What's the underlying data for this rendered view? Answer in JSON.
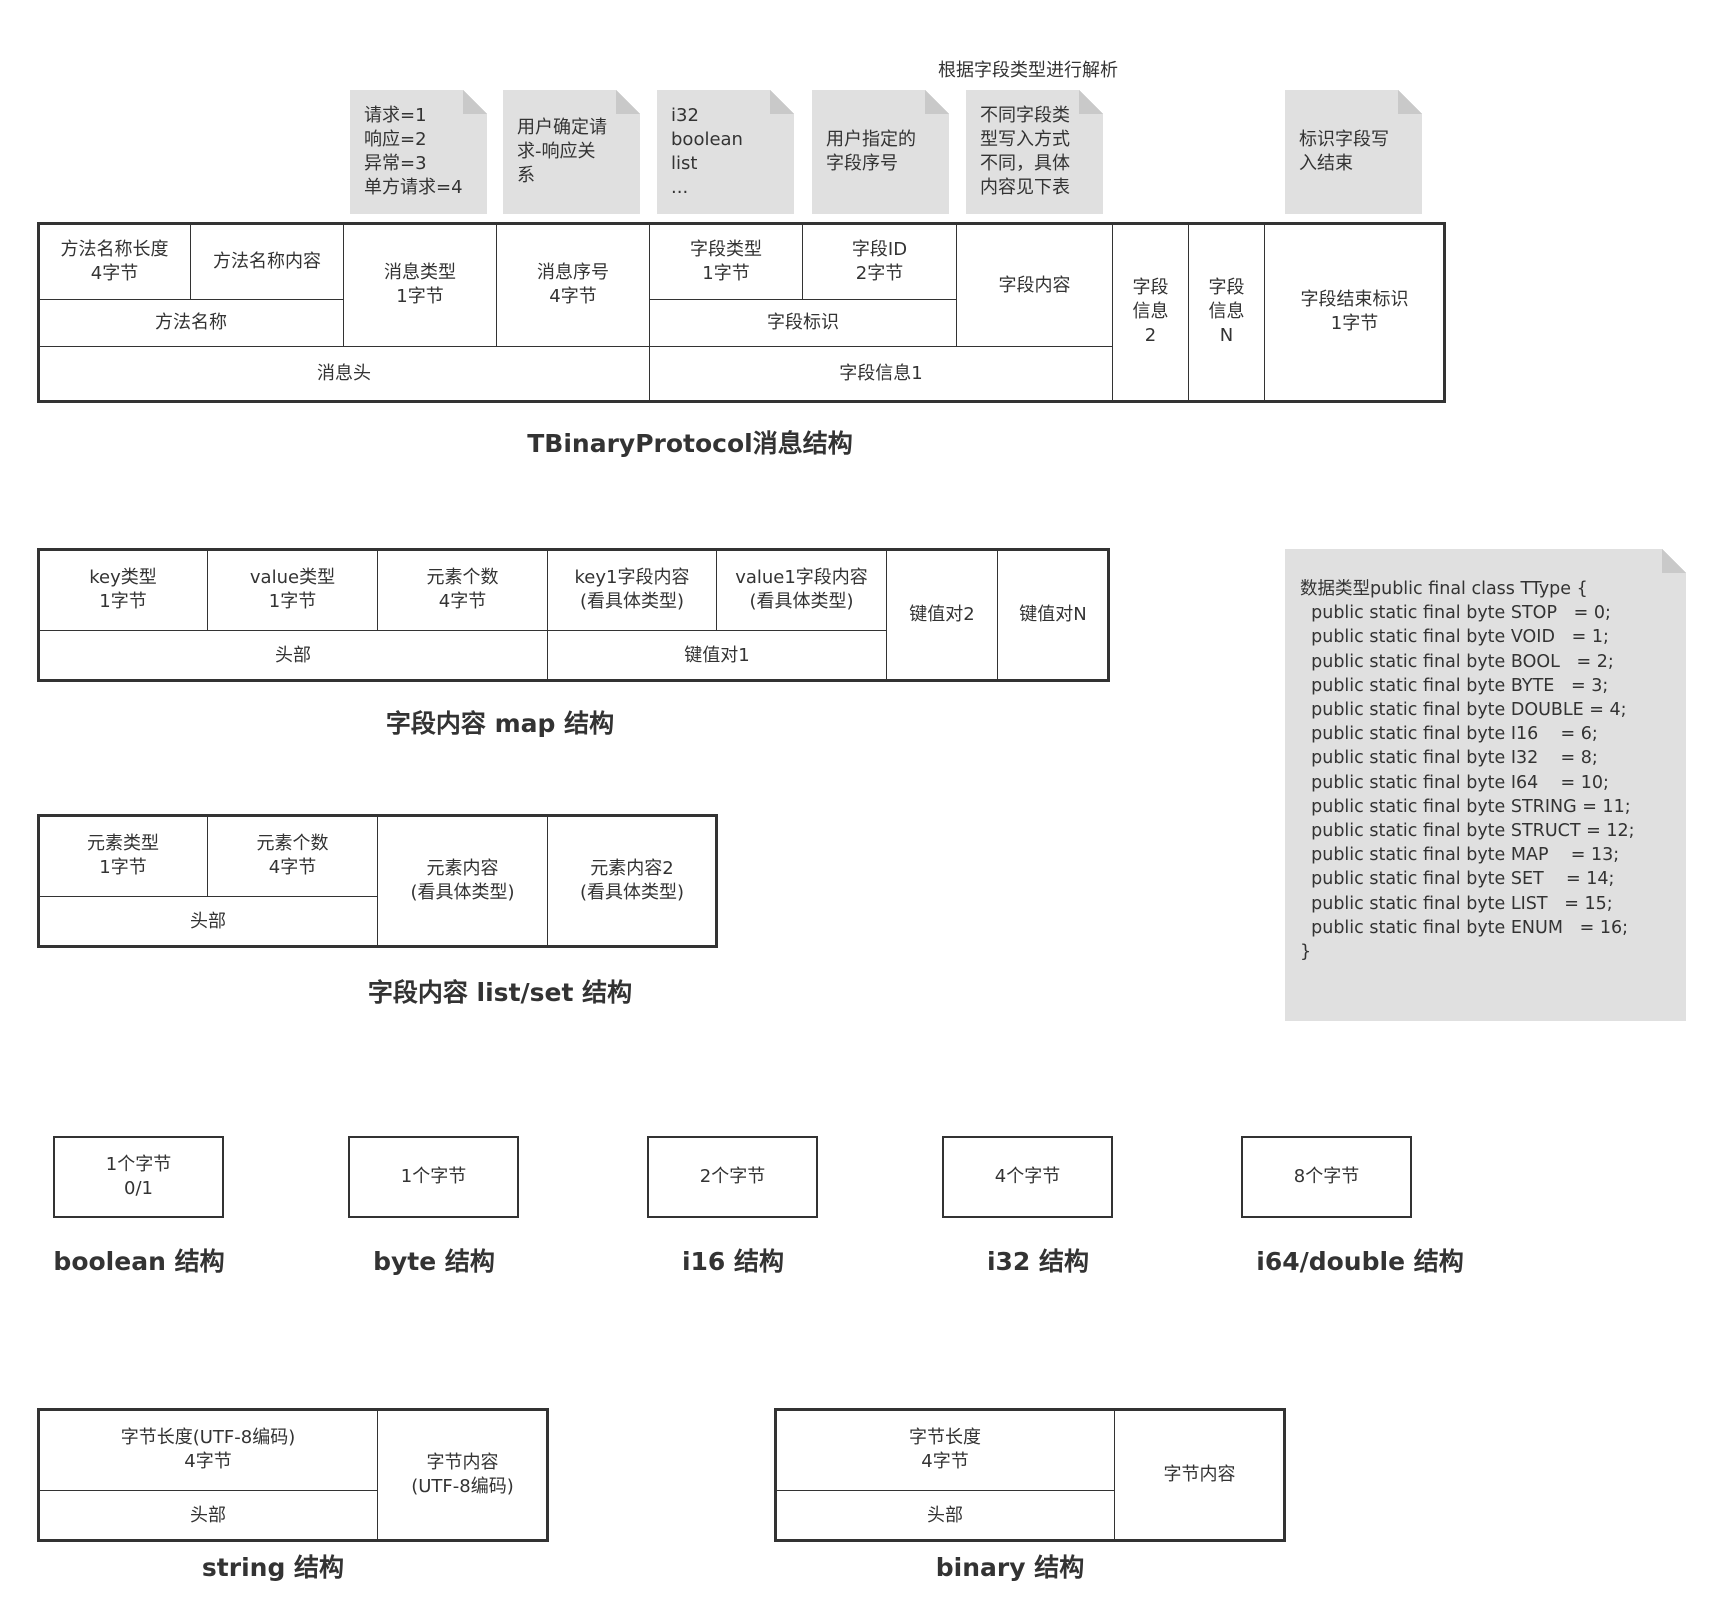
{
  "binary_protocol": {
    "annotation_top": "根据字段类型进行解析",
    "notes": [
      "请求=1\n响应=2\n异常=3\n单方请求=4",
      "用户确定请\n求-响应关\n系",
      "i32\nboolean\nlist\n...",
      "用户指定的\n字段序号",
      "不同字段类\n型写入方式\n不同，具体\n内容见下表",
      "标识字段写\n入结束"
    ],
    "cells": {
      "method_name_length": "方法名称长度\n4字节",
      "method_name_content": "方法名称内容",
      "method_name": "方法名称",
      "message_type": "消息类型\n1字节",
      "message_seq": "消息序号\n4字节",
      "message_header": "消息头",
      "field_type": "字段类型\n1字节",
      "field_id": "字段ID\n2字节",
      "field_identifier": "字段标识",
      "field_content": "字段内容",
      "field_info_1": "字段信息1",
      "field_info_2": "字段\n信息\n2",
      "field_info_n": "字段\n信息\nN",
      "field_end": "字段结束标识\n1字节"
    },
    "title": "TBinaryProtocol消息结构"
  },
  "map_structure": {
    "cells": {
      "key_type": "key类型\n1字节",
      "value_type": "value类型\n1字节",
      "element_count": "元素个数\n4字节",
      "key1_content": "key1字段内容\n(看具体类型)",
      "value1_content": "value1字段内容\n(看具体类型)",
      "kv_pair_2": "键值对2",
      "kv_pair_n": "键值对N",
      "header": "头部",
      "kv_pair_1": "键值对1"
    },
    "title": "字段内容 map 结构"
  },
  "list_set_structure": {
    "cells": {
      "element_type": "元素类型\n1字节",
      "element_count": "元素个数\n4字节",
      "element_content": "元素内容\n(看具体类型)",
      "element_content_2": "元素内容2\n(看具体类型)",
      "header": "头部"
    },
    "title": "字段内容 list/set 结构"
  },
  "ttype_note": {
    "text": "数据类型public final class TType {\n  public static final byte STOP   = 0;\n  public static final byte VOID   = 1;\n  public static final byte BOOL   = 2;\n  public static final byte BYTE   = 3;\n  public static final byte DOUBLE = 4;\n  public static final byte I16    = 6;\n  public static final byte I32    = 8;\n  public static final byte I64    = 10;\n  public static final byte STRING = 11;\n  public static final byte STRUCT = 12;\n  public static final byte MAP    = 13;\n  public static final byte SET    = 14;\n  public static final byte LIST   = 15;\n  public static final byte ENUM   = 16;\n}"
  },
  "primitives": [
    {
      "cell": "1个字节\n0/1",
      "title": "boolean 结构"
    },
    {
      "cell": "1个字节",
      "title": "byte 结构"
    },
    {
      "cell": "2个字节",
      "title": "i16 结构"
    },
    {
      "cell": "4个字节",
      "title": "i32 结构"
    },
    {
      "cell": "8个字节",
      "title": "i64/double 结构"
    }
  ],
  "string_structure": {
    "cells": {
      "byte_length": "字节长度(UTF-8编码)\n4字节",
      "byte_content": "字节内容\n(UTF-8编码)",
      "header": "头部"
    },
    "title": "string 结构"
  },
  "binary_structure": {
    "cells": {
      "byte_length": "字节长度\n4字节",
      "byte_content": "字节内容",
      "header": "头部"
    },
    "title": "binary 结构"
  },
  "colors": {
    "border": "#333333",
    "note_fill": "#e0e0e0",
    "text": "#333333"
  }
}
